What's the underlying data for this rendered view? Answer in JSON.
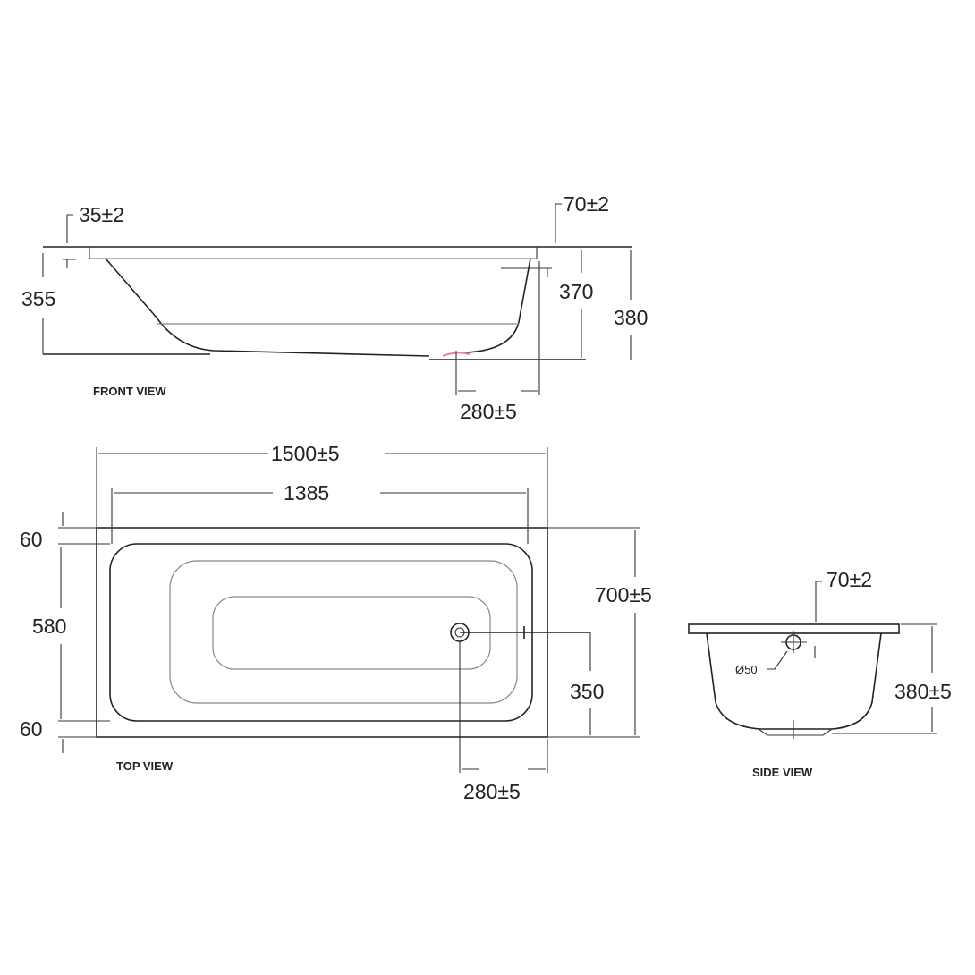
{
  "front_view": {
    "label": "FRONT VIEW",
    "dims": {
      "rim_left": "35±2",
      "rim_right": "70±2",
      "height_left": "355",
      "height_inner": "370",
      "height_total": "380",
      "drain_offset": "280±5"
    }
  },
  "top_view": {
    "label": "TOP VIEW",
    "dims": {
      "length": "1500±5",
      "inner_length": "1385",
      "rim_top": "60",
      "inner_width": "580",
      "rim_bottom": "60",
      "width": "700±5",
      "drain_y": "350",
      "drain_x": "280±5"
    }
  },
  "side_view": {
    "label": "SIDE VIEW",
    "dims": {
      "rim": "70±2",
      "overflow_diameter": "Ø50",
      "height": "380±5"
    }
  },
  "accent_color": "#d98aa0"
}
